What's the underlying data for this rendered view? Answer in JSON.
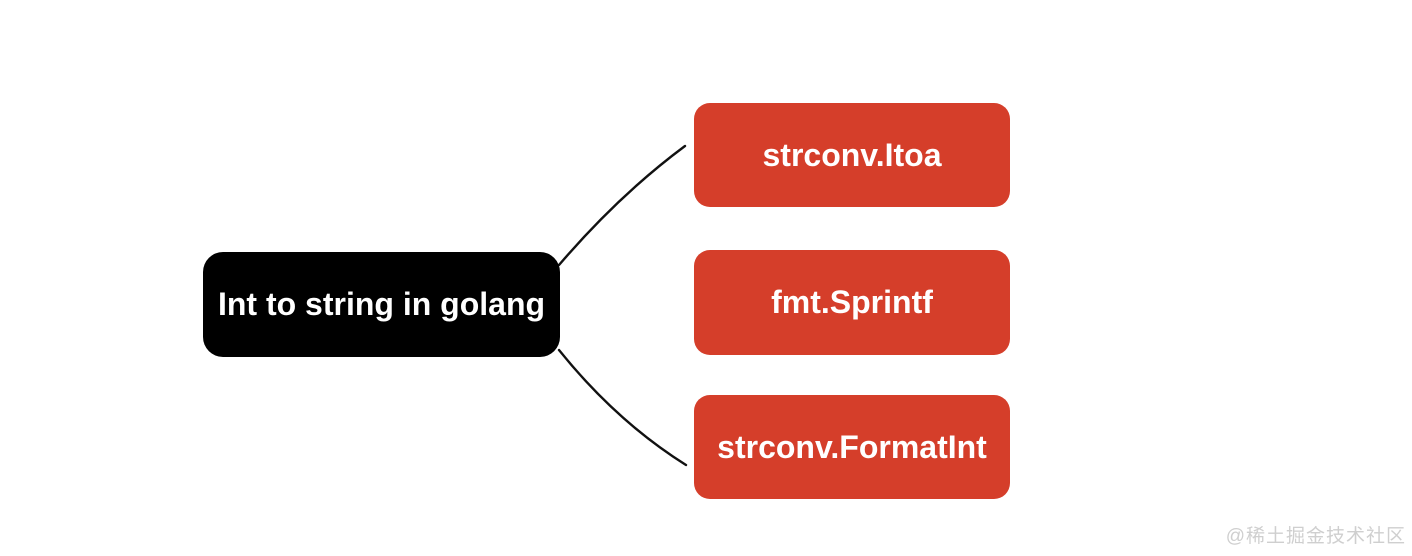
{
  "diagram": {
    "type": "mindmap",
    "root": {
      "label": "Int to string in golang",
      "bg_color": "#000000",
      "text_color": "#ffffff"
    },
    "children": [
      {
        "label": "strconv.Itoa"
      },
      {
        "label": "fmt.Sprintf"
      },
      {
        "label": "strconv.FormatInt"
      }
    ],
    "child_style": {
      "bg_color": "#d53e2a",
      "text_color": "#ffffff"
    },
    "connector_color": "#111111",
    "canvas_bg": "#ffffff"
  },
  "watermark": {
    "text": "@稀土掘金技术社区",
    "color": "#cfcfcf"
  }
}
